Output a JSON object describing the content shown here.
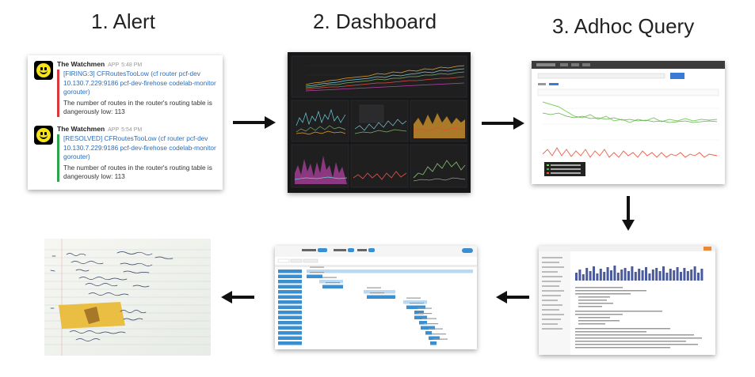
{
  "steps": {
    "s1": "1. Alert",
    "s2": "2. Dashboard",
    "s3": "3. Adhoc Query"
  },
  "alert": {
    "messages": [
      {
        "author": "The Watchmen",
        "app": "APP",
        "time": "5:48 PM",
        "status": "firing",
        "link": "[FIRING:3] CFRoutesTooLow (cf router pcf-dev 10.130.7.229:9186 pcf-dev-firehose codelab-monitor gorouter)",
        "text": "The number of routes in the router's routing table is dangerously low: 113"
      },
      {
        "author": "The Watchmen",
        "app": "APP",
        "time": "5:54 PM",
        "status": "resolved",
        "link": "[RESOLVED] CFRoutesTooLow (cf router pcf-dev 10.130.7.229:9186 pcf-dev-firehose codelab-monitor gorouter)",
        "text": "The number of routes in the router's routing table is dangerously low: 113"
      }
    ]
  },
  "colors": {
    "firing": "#d9383a",
    "resolved": "#2fa44f",
    "link": "#2a6ebb",
    "dashboard_bg": "#161719",
    "query_green": "#7dcf5e",
    "query_red": "#e8604a",
    "trace_blue": "#3a8fd1",
    "logs_bar": "#4a5a9a",
    "arrow": "#111111"
  },
  "icons": {
    "avatar": "watchmen-smiley-icon",
    "flow": "arrow-icon"
  }
}
